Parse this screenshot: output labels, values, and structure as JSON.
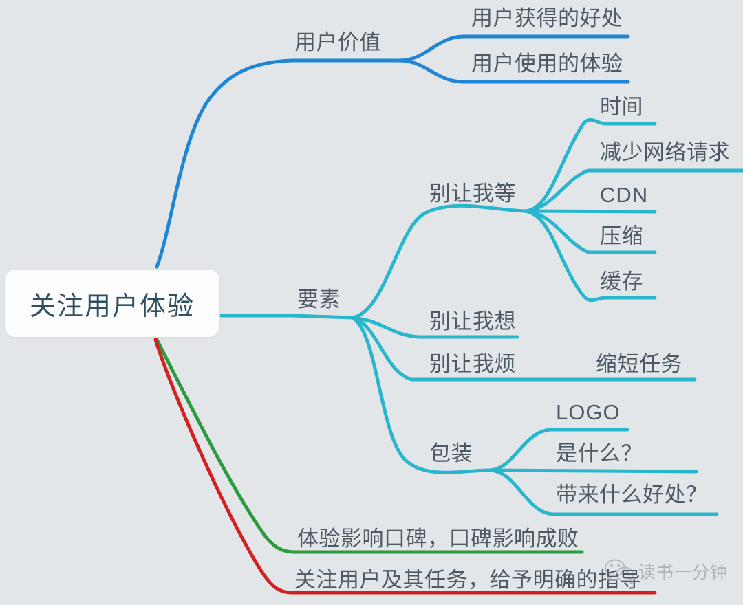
{
  "meta": {
    "background_color": "#e3e6e9",
    "text_color": "#4d5965",
    "root_text_color": "#2e5060",
    "root_fill": "#fdfdfd"
  },
  "root": {
    "label": "关注用户体验"
  },
  "branches": [
    {
      "id": "user-value",
      "label": "用户价值",
      "color": "#1e86d4",
      "children": [
        {
          "label": "用户获得的好处"
        },
        {
          "label": "用户使用的体验"
        }
      ]
    },
    {
      "id": "elements",
      "label": "要素",
      "color": "#29b6cd",
      "children": [
        {
          "label": "别让我等",
          "children": [
            {
              "label": "时间"
            },
            {
              "label": "减少网络请求"
            },
            {
              "label": "CDN"
            },
            {
              "label": "压缩"
            },
            {
              "label": "缓存"
            }
          ]
        },
        {
          "label": "别让我想",
          "children": []
        },
        {
          "label": "别让我烦",
          "extra": "缩短任务",
          "children": []
        },
        {
          "label": "包装",
          "children": [
            {
              "label": "LOGO"
            },
            {
              "label": "是什么？"
            },
            {
              "label": "带来什么好处？"
            }
          ]
        }
      ]
    },
    {
      "id": "reputation",
      "label": "体验影响口碑，口碑影响成败",
      "color": "#2c9a3e",
      "children": []
    },
    {
      "id": "guidance",
      "label": "关注用户及其任务，给予明确的指导",
      "color": "#d32020",
      "children": []
    }
  ],
  "watermark": {
    "text": "读书一分钟",
    "icon": "wechat-icon"
  }
}
